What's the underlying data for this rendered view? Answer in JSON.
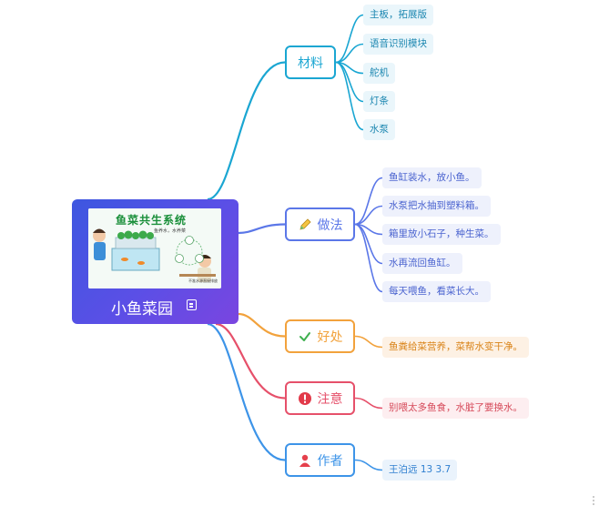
{
  "root": {
    "label": "小鱼菜园",
    "image": {
      "title": "鱼菜共生系统",
      "subtitle": "鱼养水，水养菜",
      "footer": "不准水源直接排放"
    }
  },
  "colors": {
    "teal": "#1aa6d2",
    "indigo": "#5b77e8",
    "orange": "#f2a23c",
    "red": "#e6506a",
    "sky": "#3d94e8"
  },
  "branches": [
    {
      "key": "materials",
      "label": "材料",
      "icon": "",
      "color": "teal",
      "items": [
        "主板，拓展版",
        "语音识别模块",
        "舵机",
        "灯条",
        "水泵"
      ]
    },
    {
      "key": "method",
      "label": "做法",
      "icon": "pencil-icon",
      "color": "indigo",
      "items": [
        "鱼缸装水，放小鱼。",
        "水泵把水抽到塑料箱。",
        "箱里放小石子，种生菜。",
        "水再流回鱼缸。",
        "每天喂鱼，看菜长大。"
      ]
    },
    {
      "key": "benefit",
      "label": "好处",
      "icon": "check-icon",
      "color": "orange",
      "items": [
        "鱼粪给菜营养，菜帮水变干净。"
      ]
    },
    {
      "key": "caution",
      "label": "注意",
      "icon": "alert-icon",
      "color": "red",
      "items": [
        "别喂太多鱼食，水脏了要换水。"
      ]
    },
    {
      "key": "author",
      "label": "作者",
      "icon": "person-icon",
      "color": "sky",
      "items": [
        "王泊远  13  3.7"
      ]
    }
  ]
}
